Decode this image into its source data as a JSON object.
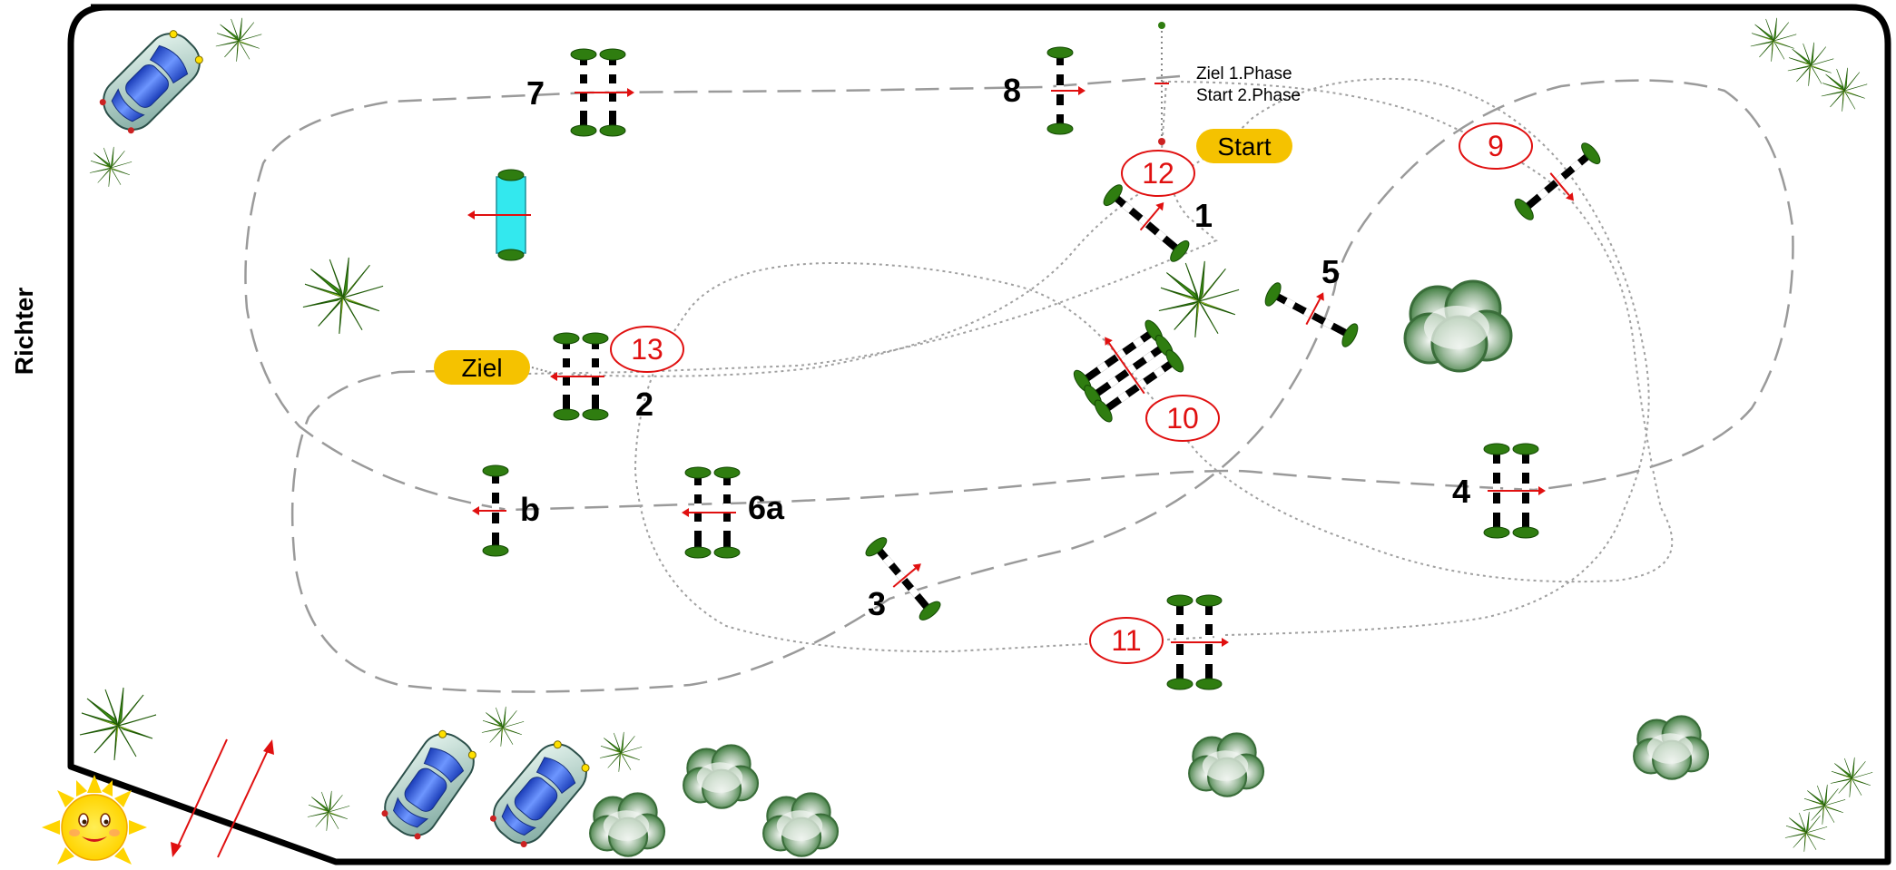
{
  "side_label": "Richter",
  "start_label": "Start",
  "finish_label": "Ziel",
  "phase_note": {
    "line1": "Ziel   1.Phase",
    "line2": "Start 2.Phase"
  },
  "phase1_numbers": {
    "n1": "1",
    "n2": "2",
    "n3": "3",
    "n4": "4",
    "n5": "5",
    "n6a": "6a",
    "n7": "7",
    "n8": "8",
    "nb": "b"
  },
  "phase2_numbers": {
    "n9": "9",
    "n10": "10",
    "n11": "11",
    "n12": "12",
    "n13": "13"
  },
  "colors": {
    "border": "#000000",
    "phase1_path": "#9a9a9a",
    "phase2_path": "#a0a0a0",
    "number_red": "#e01010",
    "badge": "#f5c200",
    "water": "#33e8ee",
    "plant": "#2f7d10",
    "bush": "#6d9c6d"
  },
  "icons": {
    "car": "car-icon",
    "plant": "plant-icon",
    "bush": "bush-icon",
    "sun": "sun-icon",
    "jump": "jump-icon",
    "water": "water-jump-icon"
  }
}
